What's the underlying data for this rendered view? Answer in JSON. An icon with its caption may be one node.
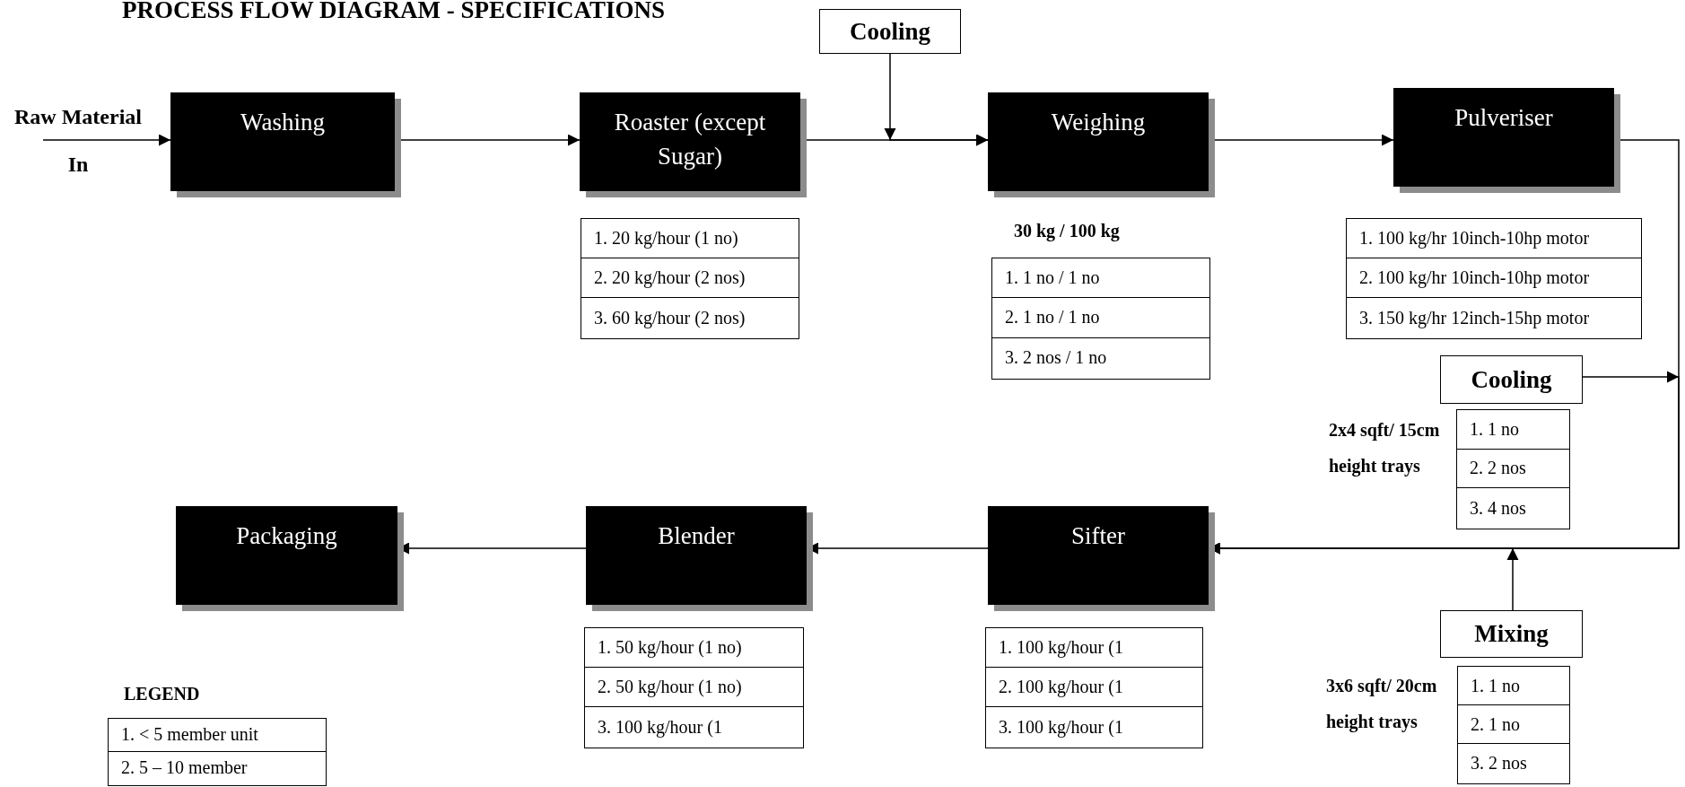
{
  "diagram": {
    "title": "PROCESS FLOW DIAGRAM - SPECIFICATIONS",
    "nodes": [
      {
        "text": [
          "Raw Material In"
        ]
      },
      {
        "text": [
          "Washing"
        ]
      },
      {
        "text": [
          "Roaster (except Sugar)"
        ]
      },
      {
        "text": [
          "1. 20 kg/hour (1 no)",
          "2. 20 kg/hour (2 nos)",
          "3. 60 kg/hour (2 nos)"
        ]
      },
      {
        "text": [
          "Cooling"
        ]
      },
      {
        "text": [
          "Weighing"
        ]
      },
      {
        "text": [
          "1. 1 no / 1 no",
          "2. 1 no / 1 no",
          "3. 2 nos / 1 no"
        ],
        "beside": [
          "30 kg / 100 kg"
        ]
      },
      {
        "text": [
          "Pulveriser"
        ]
      },
      {
        "text": [
          "1. 100 kg/hr 10inch-10hp motor",
          "2. 100 kg/hr 10inch-10hp motor",
          "3. 150 kg/hr 12inch-15hp motor"
        ]
      },
      {
        "text": [
          "Cooling"
        ]
      },
      {
        "text": [
          "1. 1 no",
          "2. 2 nos",
          "3. 4 nos"
        ],
        "beside": [
          "2x4 sqft/ 15cm height trays"
        ]
      },
      {
        "text": [
          "Packaging"
        ]
      },
      {
        "text": [
          "Blender"
        ]
      },
      {
        "text": [
          "1. 50 kg/hour (1 no)",
          "2. 50 kg/hour (1 no)",
          "3. 100 kg/hour (1"
        ]
      },
      {
        "text": [
          "Sifter"
        ]
      },
      {
        "text": [
          "1. 100 kg/hour (1",
          "2. 100 kg/hour (1",
          "3. 100 kg/hour (1"
        ]
      },
      {
        "text": [
          "Mixing"
        ]
      },
      {
        "text": [
          "1. 1 no",
          "2. 1 no",
          "3. 2 nos"
        ],
        "beside": [
          "3x6 sqft/ 20cm height trays"
        ]
      },
      {
        "text": [
          "1. < 5 member unit",
          "2. 5 – 10 member"
        ],
        "beside": [
          "LEGEND"
        ]
      }
    ],
    "edges": [
      {
        "from": 0,
        "to": 1,
        "arrow": "to"
      },
      {
        "from": 1,
        "to": 2,
        "arrow": "to"
      },
      {
        "from": 2,
        "to": 5,
        "arrow": "to"
      },
      {
        "from": 4,
        "to": 5,
        "arrow": "to"
      },
      {
        "from": 5,
        "to": 7,
        "arrow": "to"
      },
      {
        "from": 7,
        "to": 14,
        "arrow": "to"
      },
      {
        "from": 9,
        "to": 14,
        "arrow": "to"
      },
      {
        "from": 16,
        "to": 14,
        "arrow": "to"
      },
      {
        "from": 14,
        "to": 12,
        "arrow": "to"
      },
      {
        "from": 12,
        "to": 11,
        "arrow": "to"
      }
    ]
  }
}
